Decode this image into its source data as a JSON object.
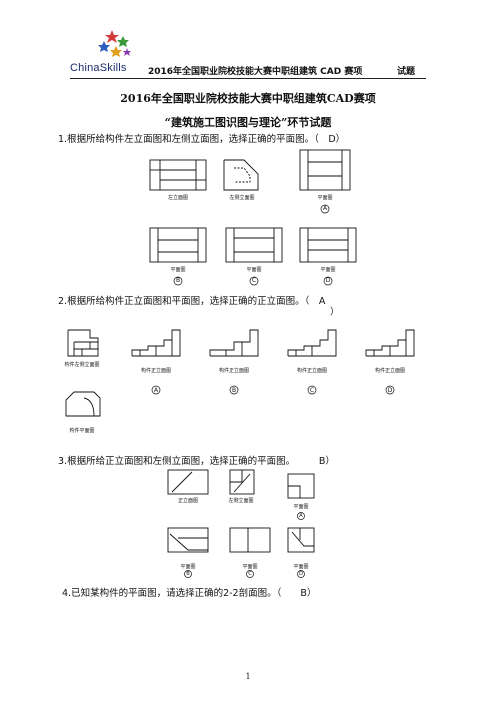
{
  "header": {
    "brand": "ChinaSkills",
    "title": "2016年全国职业院校技能大赛中职组建筑 CAD 赛项",
    "right": "试题"
  },
  "doc_title": "2016年全国职业院校技能大赛中职组建筑CAD赛项",
  "section_title": "“建筑施工图识图与理论”环节试题",
  "questions": [
    {
      "text": "1.根据所给构件左立面图和左侧立面图，选择正确的平面图。（　D）",
      "labels": {
        "front": "左立面图",
        "side": "左侧立面图",
        "a": "平面图",
        "b": "平面图",
        "c": "平面图",
        "d": "平面图"
      },
      "options": [
        "A",
        "B",
        "C",
        "D"
      ]
    },
    {
      "text": "2.根据所给构件正立面图和平面图，选择正确的正立面图。（　A",
      "text2": "）",
      "labels": {
        "side": "构件左侧立面图",
        "plan": "构件平面图",
        "a": "构件正立面图",
        "b": "构件正立面图",
        "c": "构件正立面图",
        "d": "构件正立面图"
      },
      "options": [
        "A",
        "B",
        "C",
        "D"
      ]
    },
    {
      "text": "3.根据所给正立面图和左侧立面图，选择正确的平面图。　　　B）",
      "labels": {
        "front": "正立面图",
        "side": "左侧立面图",
        "a": "平面图",
        "b": "平面图",
        "c": "平面图",
        "d": "平面图"
      },
      "options": [
        "A",
        "B",
        "C",
        "D"
      ]
    },
    {
      "text": "4.已知某构件的平面图，请选择正确的2-2剖面图。（　　B）"
    }
  ],
  "page_number": "1"
}
